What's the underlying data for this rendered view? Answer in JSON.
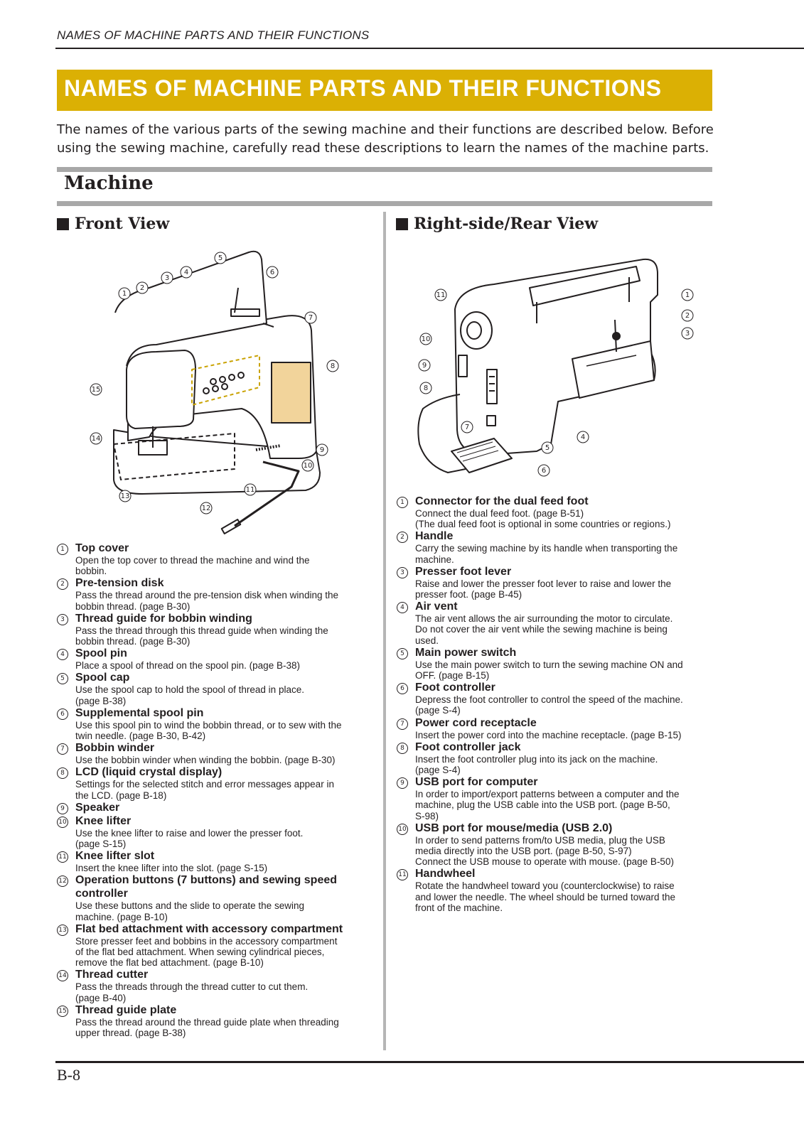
{
  "header": {
    "running_title": "NAMES OF MACHINE PARTS AND THEIR FUNCTIONS"
  },
  "title": "NAMES OF MACHINE PARTS AND THEIR FUNCTIONS",
  "intro": "The names of the various parts of the sewing machine and their functions are described below. Before using the sewing machine, carefully read these descriptions to learn the names of the machine parts.",
  "section": "Machine",
  "front": {
    "heading": "Front View",
    "callouts": [
      "1",
      "2",
      "3",
      "4",
      "5",
      "6",
      "7",
      "8",
      "9",
      "10",
      "11",
      "12",
      "13",
      "14",
      "15"
    ],
    "parts": [
      {
        "num": "1",
        "name": "Top cover",
        "desc": "Open the top cover to thread the machine and wind the\nbobbin."
      },
      {
        "num": "2",
        "name": "Pre-tension disk",
        "desc": "Pass the thread around the pre-tension disk when winding the\nbobbin thread. (page B-30)"
      },
      {
        "num": "3",
        "name": "Thread guide for bobbin winding",
        "desc": "Pass the thread through this thread guide when winding the\nbobbin thread. (page B-30)"
      },
      {
        "num": "4",
        "name": "Spool pin",
        "desc": "Place a spool of thread on the spool pin. (page B-38)"
      },
      {
        "num": "5",
        "name": "Spool cap",
        "desc": "Use the spool cap to hold the spool of thread in place.\n(page B-38)"
      },
      {
        "num": "6",
        "name": "Supplemental spool pin",
        "desc": "Use this spool pin to wind the bobbin thread, or to sew with the\ntwin needle. (page B-30, B-42)"
      },
      {
        "num": "7",
        "name": "Bobbin winder",
        "desc": "Use the bobbin winder when winding the bobbin. (page B-30)"
      },
      {
        "num": "8",
        "name": "LCD (liquid crystal display)",
        "desc": "Settings for the selected stitch and error messages appear in\nthe LCD. (page B-18)"
      },
      {
        "num": "9",
        "name": "Speaker",
        "desc": ""
      },
      {
        "num": "10",
        "name": "Knee lifter",
        "desc": "Use the knee lifter to raise and lower the presser foot.\n(page S-15)"
      },
      {
        "num": "11",
        "name": "Knee lifter slot",
        "desc": "Insert the knee lifter into the slot. (page S-15)"
      },
      {
        "num": "12",
        "name": "Operation buttons (7 buttons) and sewing speed controller",
        "desc": "Use these buttons and the slide to operate the sewing\nmachine. (page B-10)"
      },
      {
        "num": "13",
        "name": "Flat bed attachment with accessory compartment",
        "desc": "Store presser feet and bobbins in the accessory compartment\nof the flat bed attachment. When sewing cylindrical pieces,\nremove the flat bed attachment. (page B-10)"
      },
      {
        "num": "14",
        "name": "Thread cutter",
        "desc": "Pass the threads through the thread cutter to cut them.\n(page B-40)"
      },
      {
        "num": "15",
        "name": "Thread guide plate",
        "desc": "Pass the thread around the thread guide plate when threading\nupper thread. (page B-38)"
      }
    ]
  },
  "rear": {
    "heading": "Right-side/Rear View",
    "callouts": [
      "1",
      "2",
      "3",
      "4",
      "5",
      "6",
      "7",
      "8",
      "9",
      "10",
      "11"
    ],
    "parts": [
      {
        "num": "1",
        "name": "Connector for the dual feed foot",
        "desc": "Connect the dual feed foot. (page B-51)\n(The dual feed foot is optional in some countries or regions.)"
      },
      {
        "num": "2",
        "name": "Handle",
        "desc": "Carry the sewing machine by its handle when transporting the\nmachine."
      },
      {
        "num": "3",
        "name": "Presser foot lever",
        "desc": "Raise and lower the presser foot lever to raise and lower the\npresser foot. (page B-45)"
      },
      {
        "num": "4",
        "name": "Air vent",
        "desc": "The air vent allows the air surrounding the motor to circulate.\nDo not cover the air vent while the sewing machine is being\nused."
      },
      {
        "num": "5",
        "name": "Main power switch",
        "desc": "Use the main power switch to turn the sewing machine ON and\nOFF. (page B-15)"
      },
      {
        "num": "6",
        "name": "Foot controller",
        "desc": "Depress the foot controller to control the speed of the machine.\n(page S-4)"
      },
      {
        "num": "7",
        "name": "Power cord receptacle",
        "desc": "Insert the power cord into the machine receptacle. (page B-15)"
      },
      {
        "num": "8",
        "name": "Foot controller jack",
        "desc": "Insert the foot controller plug into its jack on the machine.\n(page S-4)"
      },
      {
        "num": "9",
        "name": "USB port for computer",
        "desc": "In order to import/export patterns between a computer and the\nmachine, plug the USB cable into the USB port. (page B-50,\nS-98)"
      },
      {
        "num": "10",
        "name": "USB port for mouse/media (USB 2.0)",
        "desc": "In order to send patterns from/to USB media, plug the USB\nmedia directly into the USB port. (page B-50, S-97)\nConnect the USB mouse to operate with mouse. (page B-50)"
      },
      {
        "num": "11",
        "name": "Handwheel",
        "desc": "Rotate the handwheel toward you (counterclockwise) to raise\nand lower the needle. The wheel should be turned toward the\nfront of the machine."
      }
    ]
  },
  "footer": {
    "page_number": "B-8"
  }
}
